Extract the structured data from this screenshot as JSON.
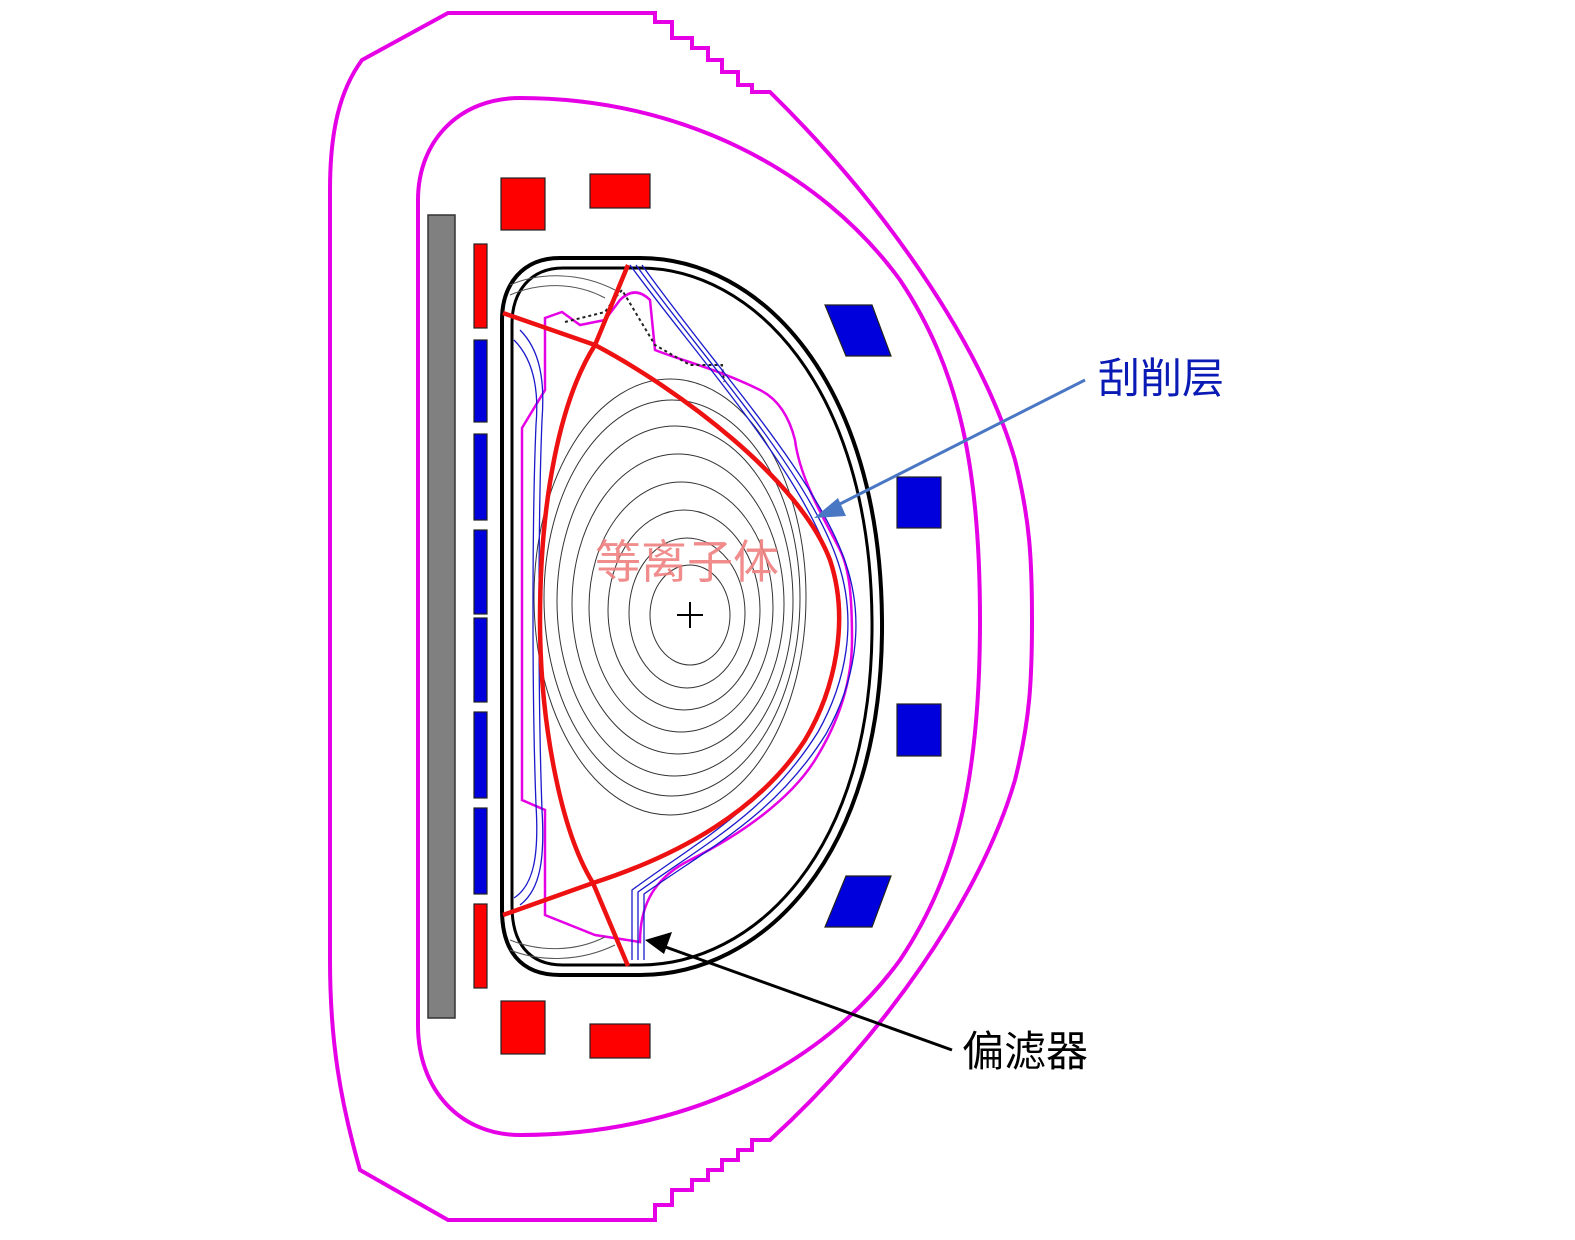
{
  "labels": {
    "plasma": "等离子体",
    "sol": "刮削层",
    "divertor": "偏滤器"
  },
  "colors": {
    "vessel_outline": "#e600e6",
    "central_solenoid": "#808080",
    "coil_red": "#ff0000",
    "coil_blue": "#0000dd",
    "separatrix": "#ee1111",
    "sol_lines": "#1a1acc",
    "flux_lines": "#333333",
    "first_wall": "#000000",
    "plasma_label": "#f08080",
    "sol_label": "#0a1ab4",
    "sol_arrow": "#4a77c4",
    "divertor_label": "#000000"
  }
}
